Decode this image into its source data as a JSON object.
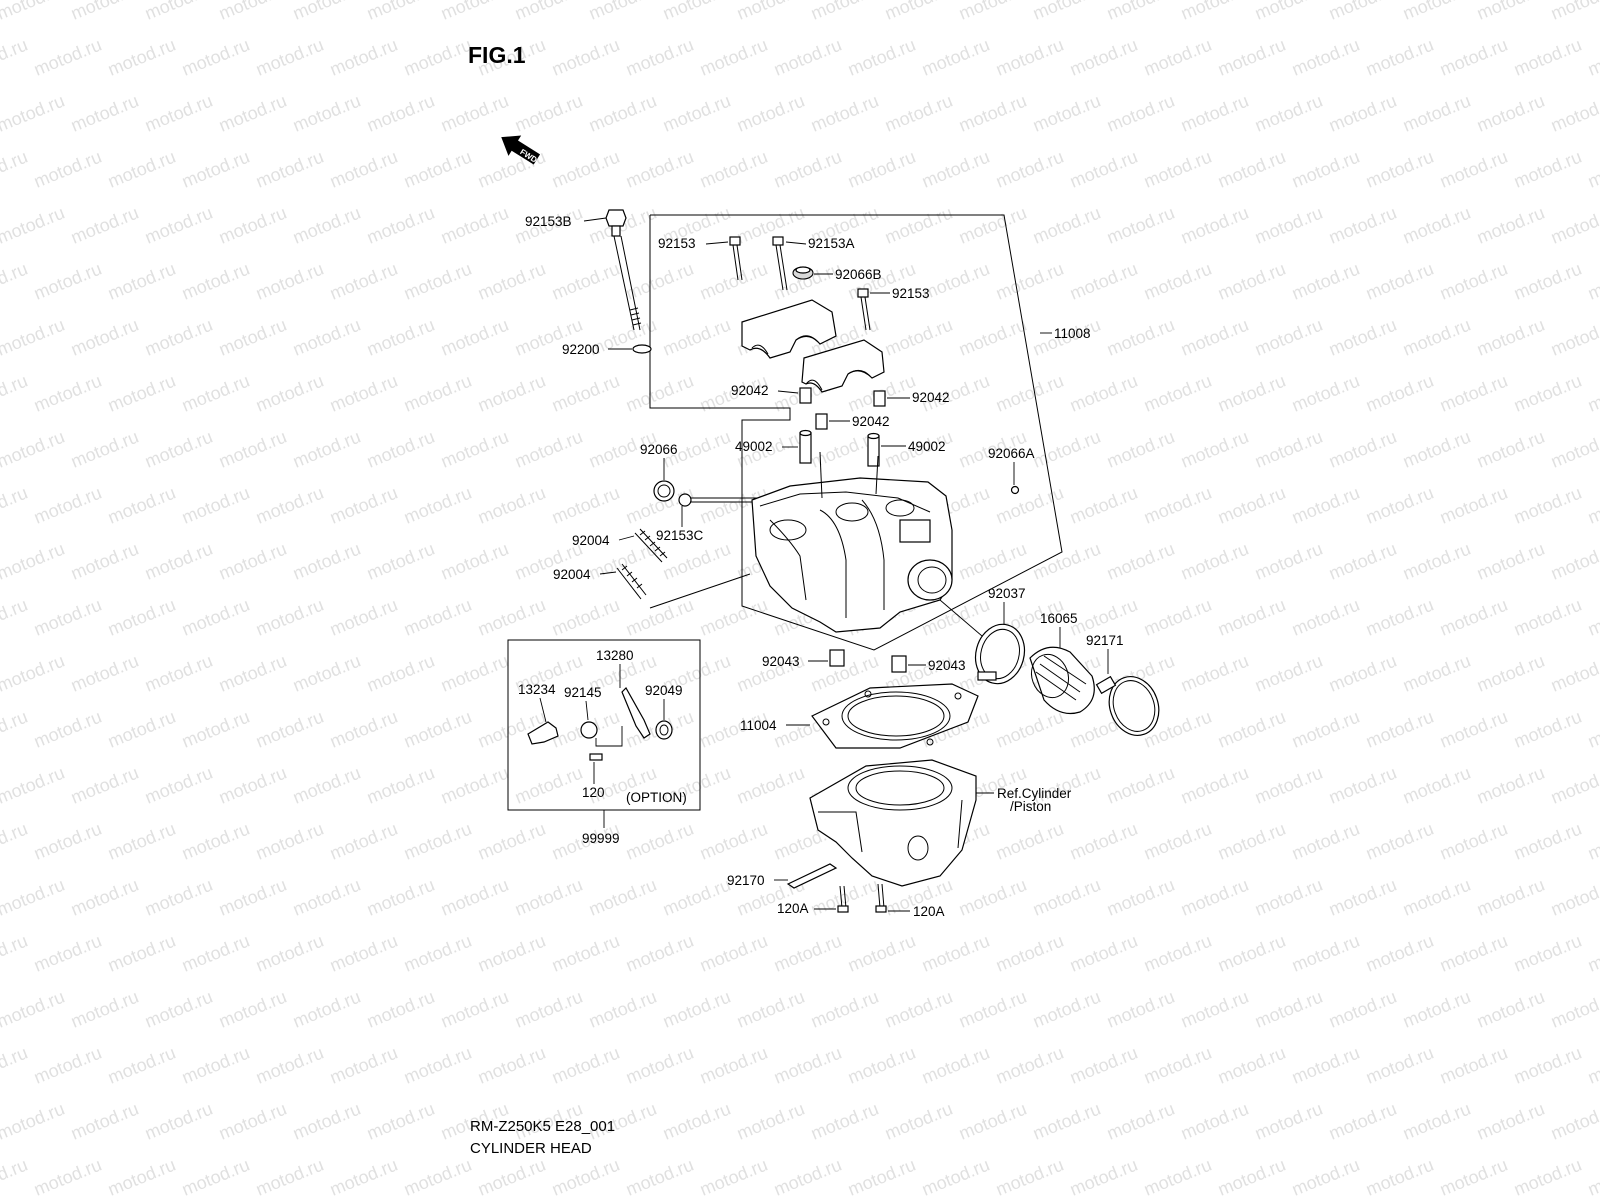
{
  "figure_title": "FIG.1",
  "fwd_label": "FWD",
  "watermark_text": "motod.ru",
  "footer": {
    "model_code": "RM-Z250K5 E28_001",
    "section_name": "CYLINDER HEAD"
  },
  "option_box_label": "(OPTION)",
  "part_labels": {
    "p92153B": "92153B",
    "p92153_l": "92153",
    "p92153A": "92153A",
    "p92066B": "92066B",
    "p92153_r": "92153",
    "p11008": "11008",
    "p92200": "92200",
    "p92042_a": "92042",
    "p92042_b": "92042",
    "p92042_c": "92042",
    "p49002_l": "49002",
    "p49002_r": "49002",
    "p92066": "92066",
    "p92066A": "92066A",
    "p92004_a": "92004",
    "p92153C": "92153C",
    "p92004_b": "92004",
    "p92037": "92037",
    "p16065": "16065",
    "p92171": "92171",
    "p92043_l": "92043",
    "p92043_r": "92043",
    "p11004": "11004",
    "p13280": "13280",
    "p13234": "13234",
    "p92145": "92145",
    "p92049": "92049",
    "p120": "120",
    "p99999": "99999",
    "pRef1": "Ref.Cylinder",
    "pRef2": "/Piston",
    "p92170": "92170",
    "p120A_l": "120A",
    "p120A_r": "120A"
  },
  "colors": {
    "ink": "#000000",
    "watermark": "#c8c8c8",
    "part_fill": "#ffffff",
    "shade": "#d9d9d9"
  }
}
